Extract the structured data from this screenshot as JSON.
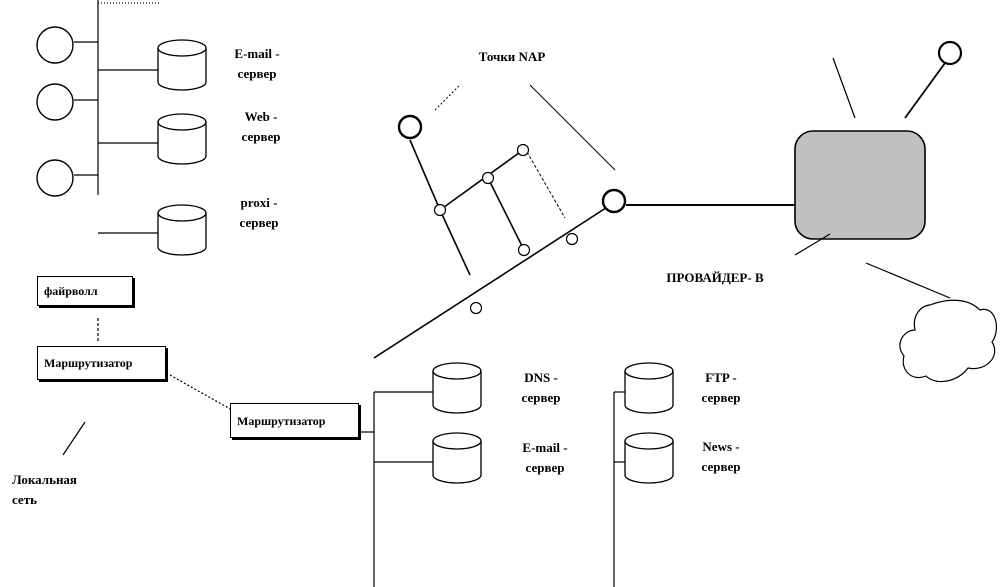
{
  "labels": {
    "email_server_1": [
      "E-mail  -",
      "сервер"
    ],
    "web_server": [
      "Web -",
      "сервер"
    ],
    "proxi_server": [
      "proxi  -",
      "сервер"
    ],
    "nap_points": "Точки NAP",
    "provider": "ПРОВАЙДЕР- В",
    "firewall": "файрволл",
    "router_1": "Маршрутизатор",
    "router_2": "Маршрутизатор",
    "local_network": [
      "Локальная",
      "сеть"
    ],
    "dns_server": [
      "DNS -",
      "сервер"
    ],
    "email_server_2": [
      "E-mail  -",
      "сервер"
    ],
    "ftp_server": [
      "FTP -",
      "сервер"
    ],
    "news_server": [
      "News -",
      "сервер"
    ]
  },
  "colors": {
    "line": "#000000",
    "provider_fill": "#c0c0c0",
    "background": "#ffffff"
  }
}
